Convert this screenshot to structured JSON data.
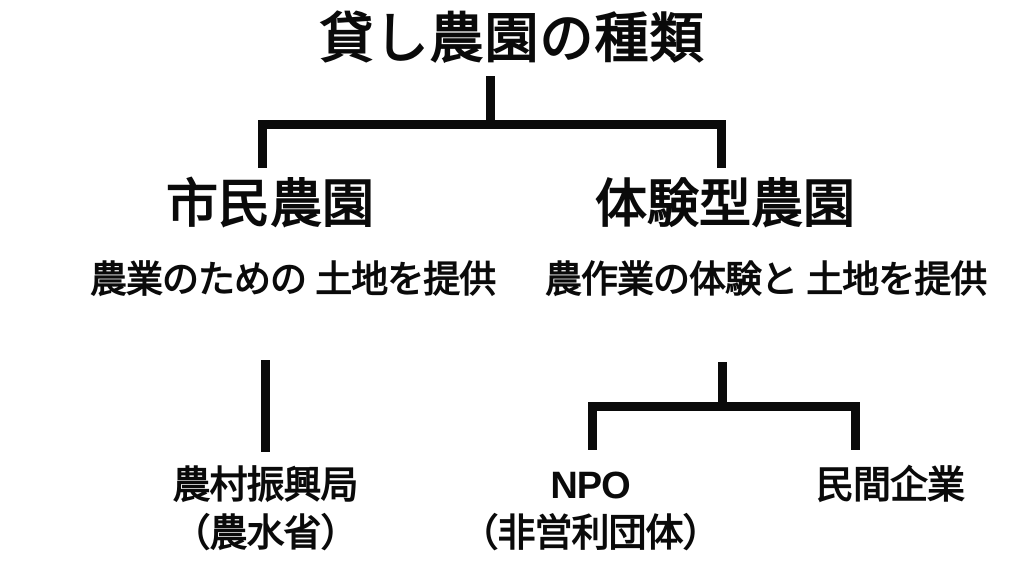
{
  "diagram": {
    "title": "貸し農園の種類",
    "background_color": "#ffffff",
    "line_color": "#0a0a0a",
    "text_color": "#0a0a0a",
    "branches": [
      {
        "heading": "市民農園",
        "subtitle_line1": "農業のための",
        "subtitle_line2": "土地を提供",
        "children": [
          {
            "label_line1": "農村振興局",
            "label_line2": "（農水省）"
          }
        ]
      },
      {
        "heading": "体験型農園",
        "subtitle_line1": "農作業の体験と",
        "subtitle_line2": "土地を提供",
        "children": [
          {
            "label_line1": "NPO",
            "label_line2": "（非営利団体）"
          },
          {
            "label_line1": "民間企業",
            "label_line2": ""
          }
        ]
      }
    ]
  }
}
